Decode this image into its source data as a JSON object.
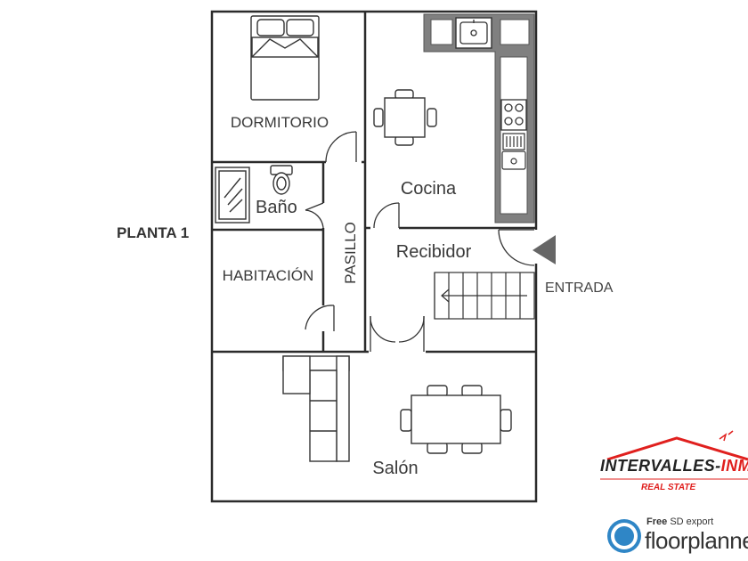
{
  "plan": {
    "floor_label": "PLANTA 1",
    "entrance_label": "ENTRADA",
    "rooms": {
      "dormitorio": "DORMITORIO",
      "bano": "Baño",
      "habitacion": "HABITACIÓN",
      "pasillo": "PASILLO",
      "cocina": "Cocina",
      "recibidor": "Recibidor",
      "salon": "Salón"
    }
  },
  "branding": {
    "logo_brand_prefix": "INTERVALLES-",
    "logo_brand_suffix": "INMO",
    "logo_tagline": "REAL STATE",
    "export_prefix": "Free",
    "export_suffix": "SD export",
    "app_name": "floorplanner",
    "colors": {
      "logo_red": "#e0201e",
      "floorplanner_blue": "#2f86c6",
      "wall": "#2b2b2b",
      "counter": "#808080"
    }
  }
}
